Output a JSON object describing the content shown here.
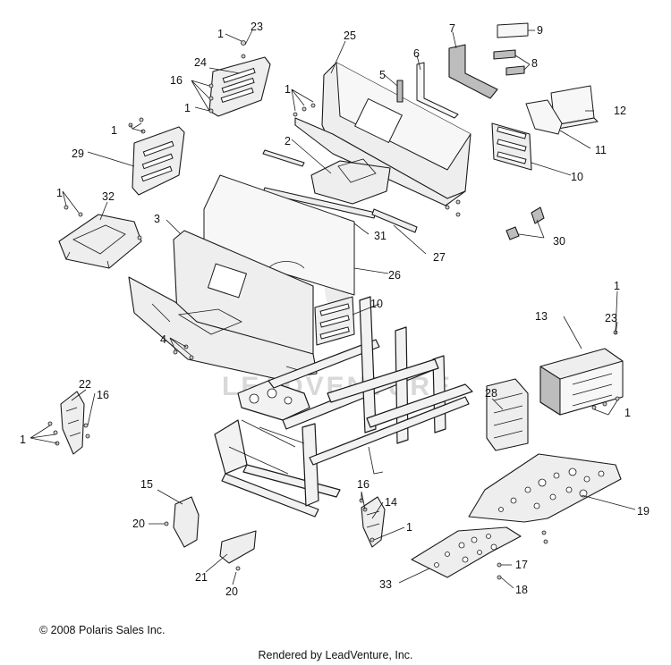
{
  "watermark": "LEADVENTURE",
  "footer": {
    "copyright": "© 2008 Polaris Sales Inc.",
    "rendered_by": "Rendered by LeadVenture, Inc."
  },
  "callouts": {
    "c1": "1",
    "c23": "23",
    "c24": "24",
    "c16": "16",
    "c25": "25",
    "c7": "7",
    "c9": "9",
    "c8": "8",
    "c5": "5",
    "c6": "6",
    "c12": "12",
    "c11": "11",
    "c10": "10",
    "c29": "29",
    "c2": "2",
    "c32": "32",
    "c3": "3",
    "c31": "31",
    "c30": "30",
    "c27": "27",
    "c26": "26",
    "c4": "4",
    "c13": "13",
    "c22": "22",
    "c28": "28",
    "c15": "15",
    "c14": "14",
    "c19": "19",
    "c20": "20",
    "c21": "21",
    "c33": "33",
    "c17": "17",
    "c18": "18"
  }
}
